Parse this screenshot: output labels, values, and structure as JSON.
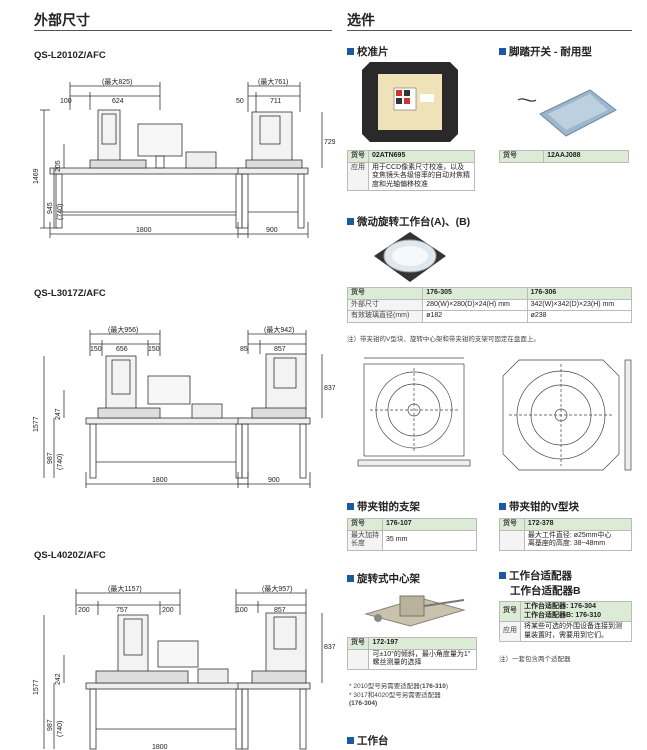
{
  "left": {
    "title": "外部尺寸",
    "models": [
      {
        "name": "QS-L2010Z/AFC",
        "front": {
          "max_w": "(最大825)",
          "seg1": "100",
          "seg2": "624",
          "table_w": "1800",
          "h_total": "1469",
          "h_mid": "945",
          "h_top": "205",
          "h_paren": "(740)"
        },
        "side": {
          "max_w": "(最大761)",
          "seg1": "50",
          "seg2": "711",
          "h_machine": "729",
          "depth": "900"
        }
      },
      {
        "name": "QS-L3017Z/AFC",
        "front": {
          "max_w": "(最大956)",
          "seg1": "150",
          "seg2": "656",
          "seg3": "150",
          "table_w": "1800",
          "h_total": "1577",
          "h_mid": "987",
          "h_top": "247",
          "h_paren": "(740)"
        },
        "side": {
          "max_w": "(最大942)",
          "seg1": "85",
          "seg2": "857",
          "h_machine": "837",
          "depth": "900"
        }
      },
      {
        "name": "QS-L4020Z/AFC",
        "front": {
          "max_w": "(最大1157)",
          "seg1": "200",
          "seg2": "757",
          "seg3": "200",
          "table_w": "1800",
          "h_total": "1577",
          "h_mid": "987",
          "h_top": "242",
          "h_paren": "(740)"
        },
        "side": {
          "max_w": "(最大957)",
          "seg1": "100",
          "seg2": "857",
          "h_machine": "837"
        }
      }
    ]
  },
  "right": {
    "title": "选件",
    "calib": {
      "title": "校准片",
      "label1": "货号",
      "code": "02ATN695",
      "label2": "应用",
      "desc": "用于CCD像素尺寸校准，以及变焦镜头各级倍率的自动对焦精度和光轴偏移校准"
    },
    "pedal": {
      "title": "脚踏开关 - 耐用型",
      "label1": "货号",
      "code": "12AAJ088"
    },
    "rotary": {
      "title": "微动旋转工作台(A)、(B)",
      "rows": [
        {
          "label": "货号",
          "a": "176-305",
          "b": "176-306"
        },
        {
          "label": "外部尺寸",
          "a": "280(W)×280(D)×24(H) mm",
          "b": "342(W)×342(D)×23(H) mm"
        },
        {
          "label": "有效玻璃直径(mm)",
          "a": "ø182",
          "b": "ø238"
        }
      ],
      "note": "注）带夹钳的V型块、旋转中心架和带夹钳的支架可固定在盘面上。"
    },
    "holder": {
      "title": "带夹钳的支架",
      "label1": "货号",
      "code": "176-107",
      "label2": "最大加持长度",
      "val": "35 mm"
    },
    "vblock": {
      "title": "带夹钳的V型块",
      "label1": "货号",
      "code": "172-378",
      "label2": "",
      "val1": "最大工件直径: ø25mm中心",
      "val2": "离基座的高度: 38~48mm"
    },
    "centre": {
      "title": "旋转式中心架",
      "label1": "货号",
      "code": "172-197",
      "val1": "可±10°的倾斜，最小角度量为1°",
      "val2": "螺丝测量的选择",
      "notes": [
        "* 2010型号另需要适配器(",
        "176-310",
        ")",
        "* 3017和4020型号另需要适配器",
        "(176-304)"
      ]
    },
    "adapter": {
      "title1": "工作台适配器",
      "title2": "工作台适配器B",
      "label1": "货号",
      "r1": "工作台适配器: ",
      "r1code": "176-304",
      "r2": "工作台适配器B: ",
      "r2code": "176-310",
      "label2": "应用",
      "desc": "将某些可选的外围设备连接到测量装置时，需要用到它们。",
      "note": "注）一套包含两个适配器"
    },
    "stage": {
      "title": "工作台"
    }
  },
  "colors": {
    "accent": "#1a5aa0",
    "table_header": "#dcebd6"
  }
}
